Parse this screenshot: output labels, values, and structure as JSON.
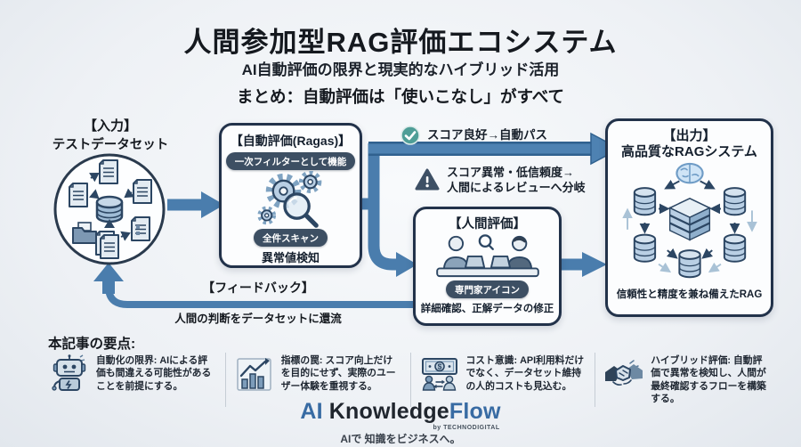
{
  "header": {
    "title": "人間参加型RAG評価エコシステム",
    "subtitle": "AI自動評価の限界と現実的なハイブリッド活用",
    "summary": "まとめ：自動評価は「使いこなし」がすべて"
  },
  "flow": {
    "input": {
      "tag": "【入力】",
      "label": "テストデータセット",
      "icon": "dataset-circle-icon"
    },
    "auto": {
      "title": "【自動評価(Ragas)】",
      "badge_top": "一次フィルターとして機能",
      "badge_bottom": "全件スキャン",
      "caption": "異常値検知",
      "icon": "gears-magnifier-icon"
    },
    "pass": {
      "icon": "check-icon",
      "label": "スコア良好→自動パス"
    },
    "branch": {
      "icon": "warning-icon",
      "line1": "スコア異常・低信頼度→",
      "line2": "人間によるレビューへ分岐"
    },
    "human": {
      "title": "【人間評価】",
      "badge": "専門家アイコン",
      "caption": "詳細確認、正解データの修正",
      "icon": "reviewers-icon"
    },
    "output": {
      "tag": "【出力】",
      "title": "高品質なRAGシステム",
      "caption": "信頼性と精度を兼ね備えたRAG",
      "icon": "rag-system-icon"
    },
    "feedback": {
      "label": "【フィードバック】",
      "caption": "人間の判断をデータセットに還流"
    }
  },
  "keypoints": {
    "heading": "本記事の要点:",
    "items": [
      {
        "icon": "robot-icon",
        "text": "自動化の限界: AIによる評価も間違える可能性があることを前提にする。"
      },
      {
        "icon": "bar-chart-icon",
        "text": "指標の罠: スコア向上だけを目的にせず、実際のユーザー体験を重視する。"
      },
      {
        "icon": "cost-icon",
        "text": "コスト意識: API利用料だけでなく、データセット維持の人的コストも見込む。"
      },
      {
        "icon": "handshake-icon",
        "text": "ハイブリッド評価: 自動評価で異常を検知し、人間が最終確認するフローを構築する。"
      }
    ]
  },
  "footer": {
    "logo_prefix": "AI",
    "logo_main": "Knowledge",
    "logo_accent": "Flow",
    "logo_sub": "by TECHNODIGITAL",
    "tagline": "AIで 知識をビジネスへ。"
  },
  "colors": {
    "arrow_blue": "#4a7dad",
    "arrow_dark_edge": "#30618f",
    "box_border": "#22324a",
    "badge_bg": "#3d4f63",
    "check_teal": "#4f9e97",
    "warning_slate": "#3e5065",
    "logo_blue": "#386ba3",
    "background": "#eef1f5"
  }
}
